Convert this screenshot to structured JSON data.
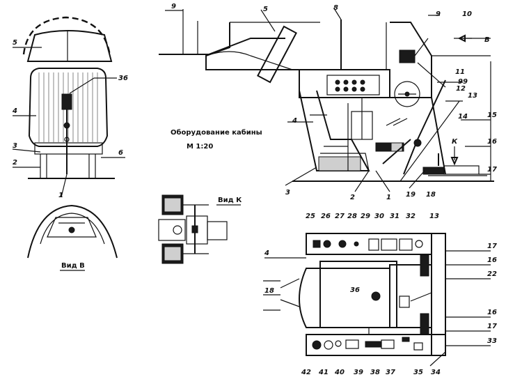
{
  "title": {
    "line1": "Оборудование кабины",
    "line2": "М 1:20"
  },
  "views": {
    "view_v": "Вид В",
    "view_k": "Вид К"
  },
  "arrow_labels": {
    "b": "В",
    "k": "К"
  },
  "front_labels": {
    "l5": "5",
    "l36": "36",
    "l4": "4",
    "l3": "3",
    "l2": "2",
    "l6": "6",
    "l1": "1"
  },
  "side_labels": {
    "l9": "9",
    "l5": "5",
    "l8": "8",
    "l9b": "9",
    "l10": "10",
    "l11": "11",
    "l99": "99",
    "l12": "12",
    "l13": "13",
    "l14": "14",
    "l15": "15",
    "l4": "4",
    "l16": "16",
    "l17": "17",
    "l3": "3",
    "l2": "2",
    "l1": "1",
    "l19": "19",
    "l18": "18"
  },
  "plan_labels": {
    "l25": "25",
    "l26": "26",
    "l27": "27",
    "l28": "28",
    "l29": "29",
    "l30": "30",
    "l31": "31",
    "l32": "32",
    "l13": "13",
    "l4": "4",
    "l17a": "17",
    "l16a": "16",
    "l22": "22",
    "l18": "18",
    "l36": "36",
    "l16b": "16",
    "l17b": "17",
    "l33": "33",
    "l42": "42",
    "l41": "41",
    "l40": "40",
    "l39": "39",
    "l38": "38",
    "l37": "37",
    "l35": "35",
    "l34": "34"
  }
}
